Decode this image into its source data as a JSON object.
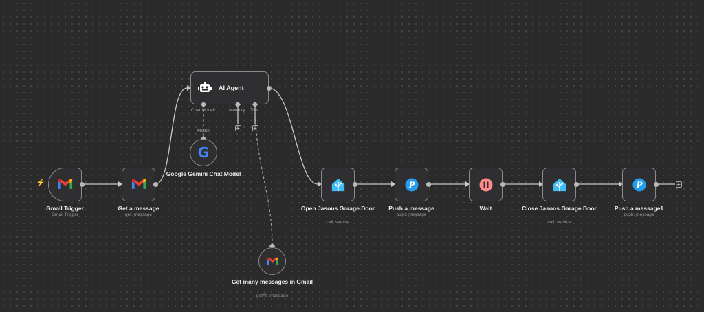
{
  "nodes": {
    "gmail_trigger": {
      "title": "Gmail Trigger",
      "subtitle": "Gmail Trigger"
    },
    "get_message": {
      "title": "Get a message",
      "subtitle": "get: message"
    },
    "ai_agent": {
      "title": "AI Agent",
      "chat_model_label": "Chat Model",
      "required_mark": "*",
      "memory_label": "Memory",
      "tool_label": "Tool"
    },
    "gemini": {
      "title": "Google Gemini Chat Model",
      "port_label": "Model"
    },
    "get_many": {
      "title": "Get many messages in Gmail",
      "subtitle": "getAll: message"
    },
    "open_garage": {
      "title": "Open Jasons Garage Door",
      "subtitle": "call: service"
    },
    "push_message": {
      "title": "Push a message",
      "subtitle": "push: message"
    },
    "wait": {
      "title": "Wait"
    },
    "close_garage": {
      "title": "Close Jasons Garage Door",
      "subtitle": "call: service"
    },
    "push_message1": {
      "title": "Push a message1",
      "subtitle": "push: message"
    }
  },
  "plus_symbol": "+",
  "colors": {
    "background": "#2a2a2a",
    "node_fill": "#2f2f31",
    "node_border": "#8a8a8e",
    "edge": "#c8c8c8",
    "trigger_accent": "#ff6d5a",
    "home_assistant": "#41bdf5",
    "pushover": "#249df1",
    "wait": "#ff8a8a"
  }
}
